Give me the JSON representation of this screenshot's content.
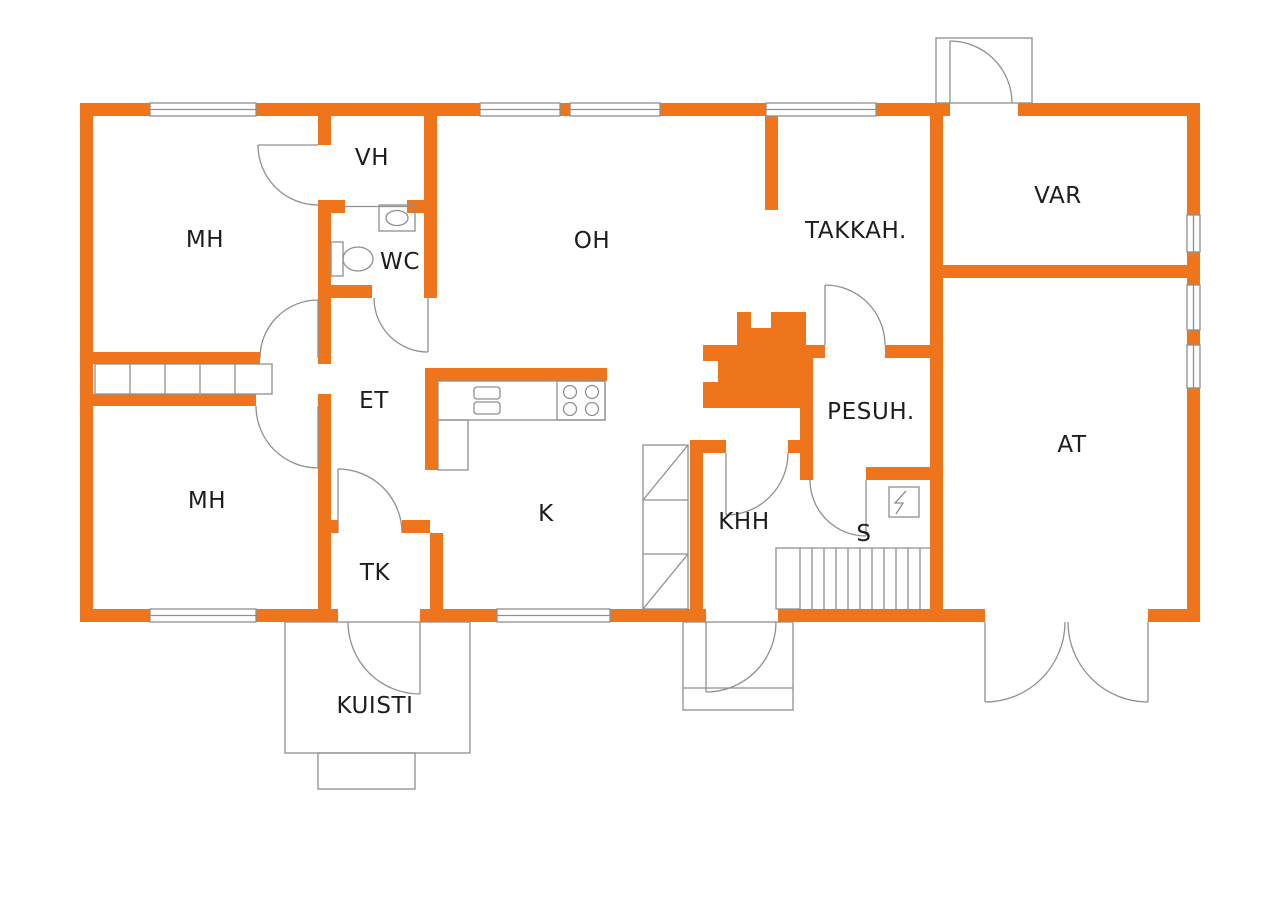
{
  "document": {
    "type": "floor-plan"
  },
  "colors": {
    "wall": "#ee751b",
    "line": "#8f8f8f",
    "text": "#1d1d1b",
    "background": "#ffffff"
  },
  "rooms": [
    {
      "id": "mh-top",
      "label": "MH"
    },
    {
      "id": "vh",
      "label": "VH"
    },
    {
      "id": "wc",
      "label": "WC"
    },
    {
      "id": "oh",
      "label": "OH"
    },
    {
      "id": "takkahuone",
      "label": "TAKKAH."
    },
    {
      "id": "var",
      "label": "VAR"
    },
    {
      "id": "et",
      "label": "ET"
    },
    {
      "id": "pesuhuone",
      "label": "PESUH."
    },
    {
      "id": "at",
      "label": "AT"
    },
    {
      "id": "mh-bottom",
      "label": "MH"
    },
    {
      "id": "tk",
      "label": "TK"
    },
    {
      "id": "k",
      "label": "K"
    },
    {
      "id": "khh",
      "label": "KHH"
    },
    {
      "id": "s",
      "label": "S"
    },
    {
      "id": "kuisti",
      "label": "KUISTI"
    }
  ],
  "fixtures": [
    "fireplace",
    "toilet",
    "washbasin",
    "stove",
    "kitchen-counter",
    "tall-cabinets",
    "wardrobes",
    "sauna-heater",
    "stairs",
    "porch",
    "porch-steps",
    "door-swing",
    "window"
  ]
}
